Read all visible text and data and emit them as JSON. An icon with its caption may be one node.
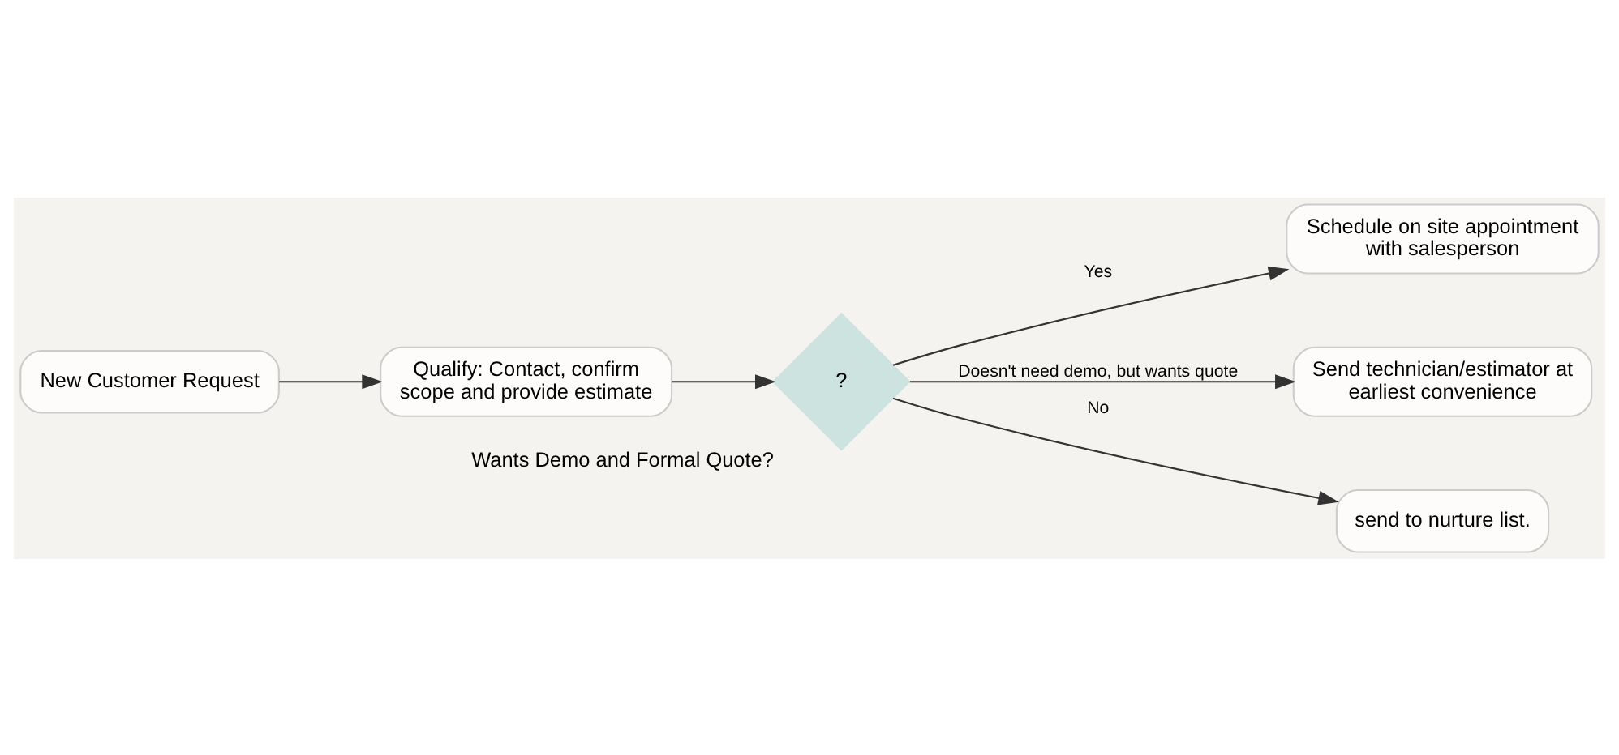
{
  "diagram": {
    "nodes": [
      {
        "text": [
          "New Customer Request"
        ]
      },
      {
        "text": [
          "Qualify: Contact, confirm scope and provide estimate"
        ]
      },
      {
        "text": [
          "Wants Demo and Formal Quote?",
          "?"
        ]
      },
      {
        "text": [
          "Schedule on site appointment with salesperson"
        ]
      },
      {
        "text": [
          "Send technician/estimator at earliest convenience"
        ]
      },
      {
        "text": [
          "send to nurture list."
        ]
      }
    ],
    "edges": [
      {
        "from": 0,
        "to": 1,
        "arrow": "to"
      },
      {
        "from": 1,
        "to": 2,
        "arrow": "to"
      },
      {
        "from": 2,
        "to": 3,
        "arrow": "to",
        "label": "Yes"
      },
      {
        "from": 2,
        "to": 4,
        "arrow": "to",
        "label": "Doesn't need demo, but wants quote"
      },
      {
        "from": 2,
        "to": 5,
        "arrow": "to",
        "label": "No"
      }
    ]
  }
}
